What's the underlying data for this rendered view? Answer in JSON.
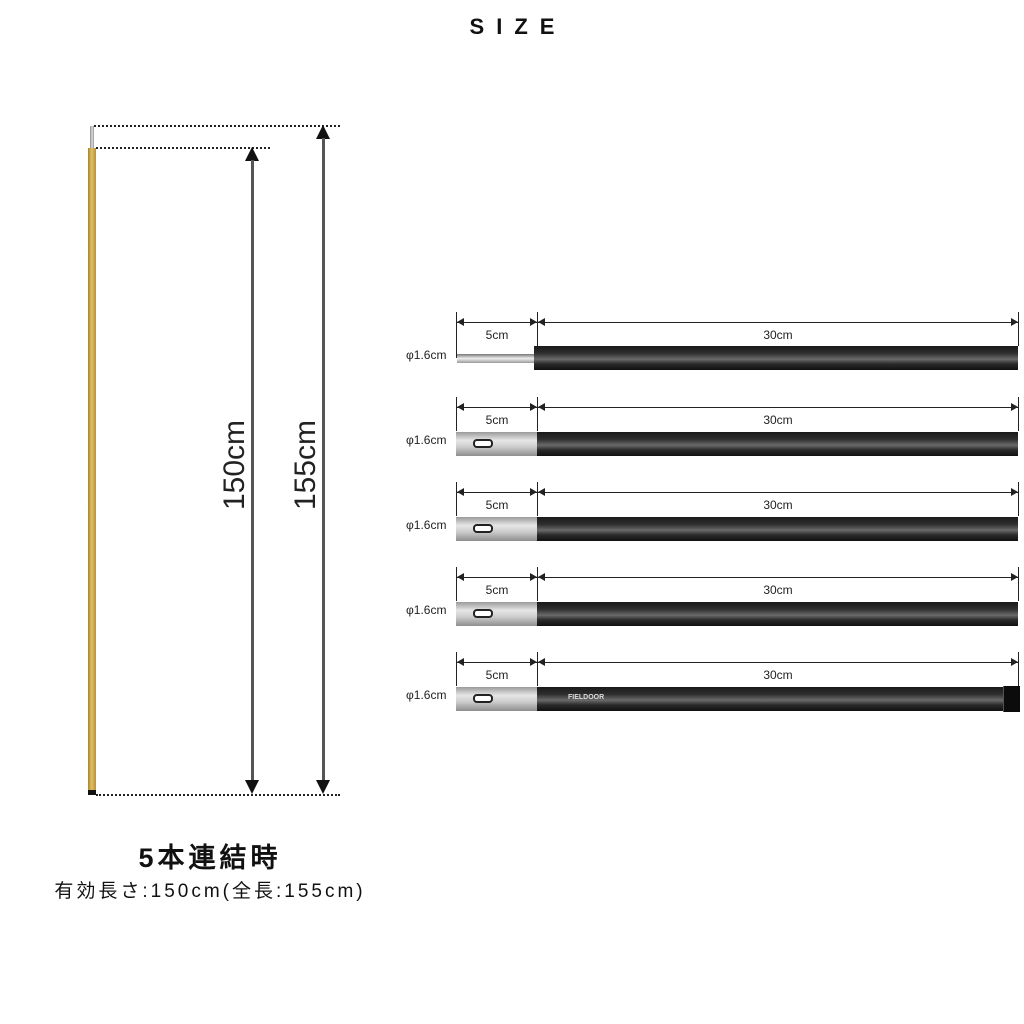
{
  "title": "SIZE",
  "assembled": {
    "effective_length_label": "150cm",
    "total_length_label": "155cm",
    "caption_title": "5本連結時",
    "caption_detail": "有効長さ:150cm(全長:155cm)",
    "pole_color": "#c9a246"
  },
  "segments": [
    {
      "type": "top-pin",
      "diameter": "φ1.6cm",
      "joint_length": "5cm",
      "tube_length": "30cm"
    },
    {
      "type": "sleeve",
      "diameter": "φ1.6cm",
      "joint_length": "5cm",
      "tube_length": "30cm"
    },
    {
      "type": "sleeve",
      "diameter": "φ1.6cm",
      "joint_length": "5cm",
      "tube_length": "30cm"
    },
    {
      "type": "sleeve",
      "diameter": "φ1.6cm",
      "joint_length": "5cm",
      "tube_length": "30cm"
    },
    {
      "type": "sleeve-logo-endcap",
      "diameter": "φ1.6cm",
      "joint_length": "5cm",
      "tube_length": "30cm",
      "logo_text": "FIELDOOR"
    }
  ]
}
